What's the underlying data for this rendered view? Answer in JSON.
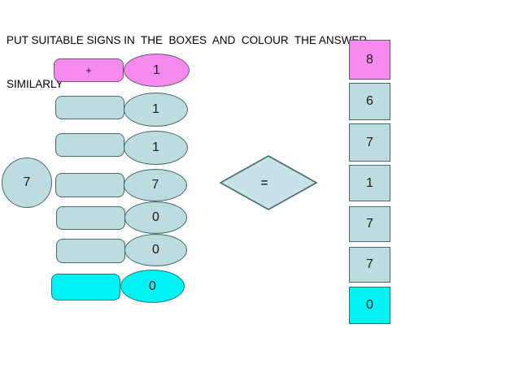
{
  "title": {
    "line1": "PUT SUITABLE SIGNS IN  THE  BOXES  AND  COLOUR  THE ANSWER",
    "line2": "SIMILARLY"
  },
  "colors": {
    "pink_highlight": "#f68aee",
    "light_blue_shape": "#bddce0",
    "cyan_highlight": "#00f2f2",
    "shape_outline": "#48676e"
  },
  "left_operand_circle": {
    "value": "7"
  },
  "equation_rows": [
    {
      "sign_box": "+",
      "operand": "1",
      "highlight": "pink"
    },
    {
      "sign_box": "",
      "operand": "1",
      "highlight": "none"
    },
    {
      "sign_box": "",
      "operand": "1",
      "highlight": "none"
    },
    {
      "sign_box": "",
      "operand": "7",
      "highlight": "none"
    },
    {
      "sign_box": "",
      "operand": "0",
      "highlight": "none"
    },
    {
      "sign_box": "",
      "operand": "0",
      "highlight": "none"
    },
    {
      "sign_box": "",
      "operand": "0",
      "highlight": "cyan"
    }
  ],
  "equals_diamond": {
    "label": "="
  },
  "answer_column": [
    {
      "value": "8",
      "highlight": "pink"
    },
    {
      "value": "6",
      "highlight": "none"
    },
    {
      "value": "7",
      "highlight": "none"
    },
    {
      "value": "1",
      "highlight": "none"
    },
    {
      "value": "7",
      "highlight": "none"
    },
    {
      "value": "7",
      "highlight": "none"
    },
    {
      "value": "0",
      "highlight": "cyan"
    }
  ]
}
